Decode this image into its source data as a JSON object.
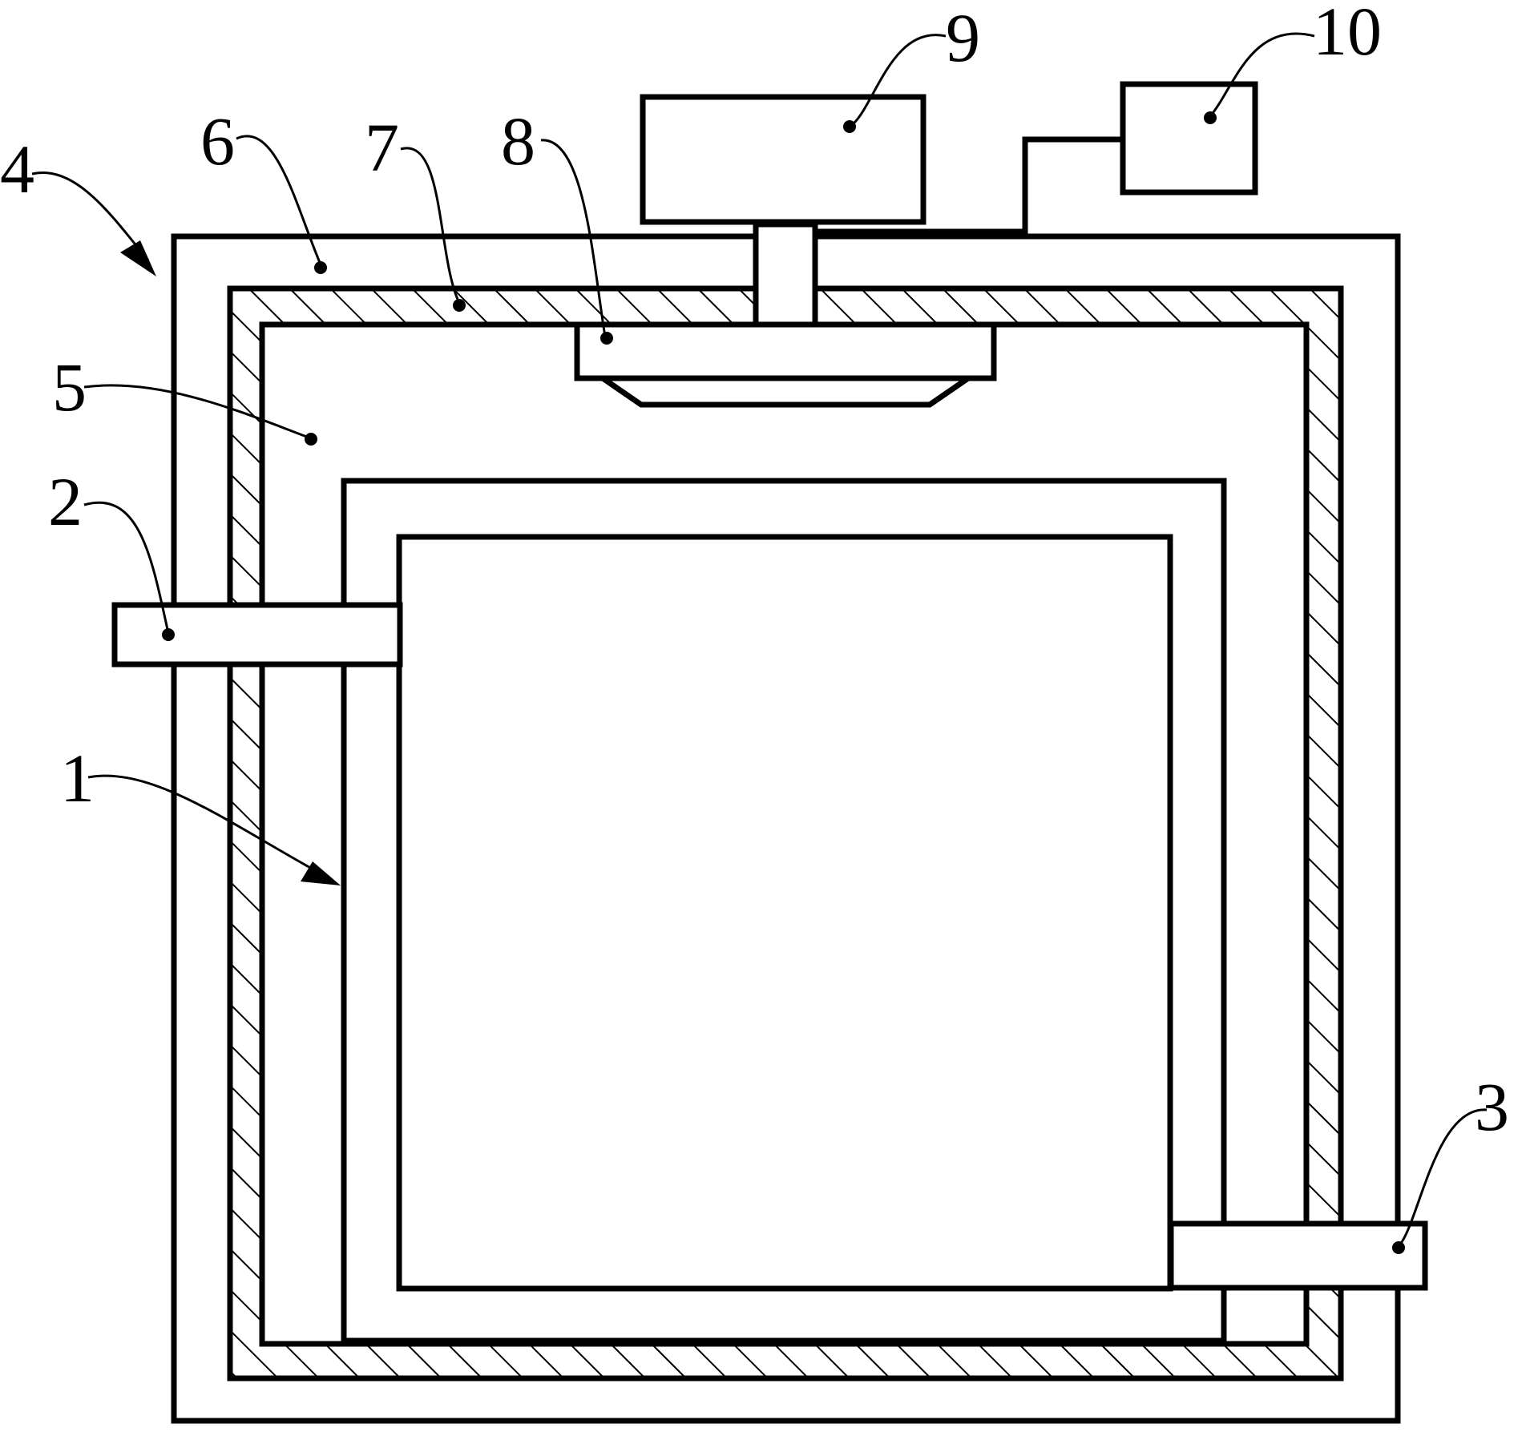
{
  "figure": {
    "labels": {
      "housing": "4",
      "outer_shell": "6",
      "insulation_layer": "7",
      "heat_exchanger": "8",
      "fan_unit": "9",
      "control_unit": "10",
      "chamber_space": "5",
      "inlet_pipe": "2",
      "inner_box": "1",
      "outlet_pipe": "3"
    },
    "colors": {
      "stroke": "#000000",
      "background": "#ffffff"
    }
  }
}
